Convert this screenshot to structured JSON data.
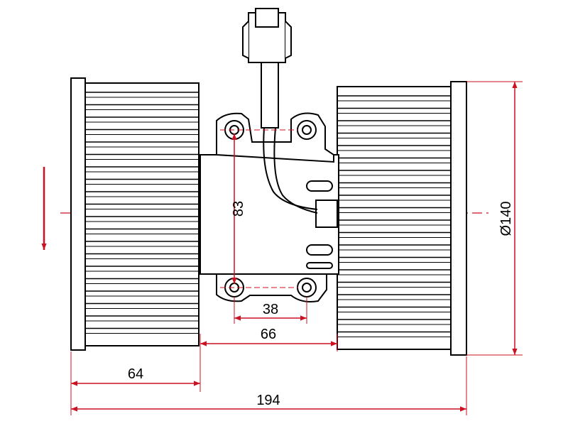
{
  "colors": {
    "line": "#000000",
    "dimension": "#cc1122",
    "background": "#ffffff"
  },
  "dimensions": {
    "total_length": "194",
    "wheel_width": "64",
    "motor_gap": "66",
    "hole_spacing_horizontal": "38",
    "hole_spacing_vertical": "83",
    "wheel_diameter": "Ø140"
  },
  "flow_arrow": {
    "direction": "down"
  }
}
